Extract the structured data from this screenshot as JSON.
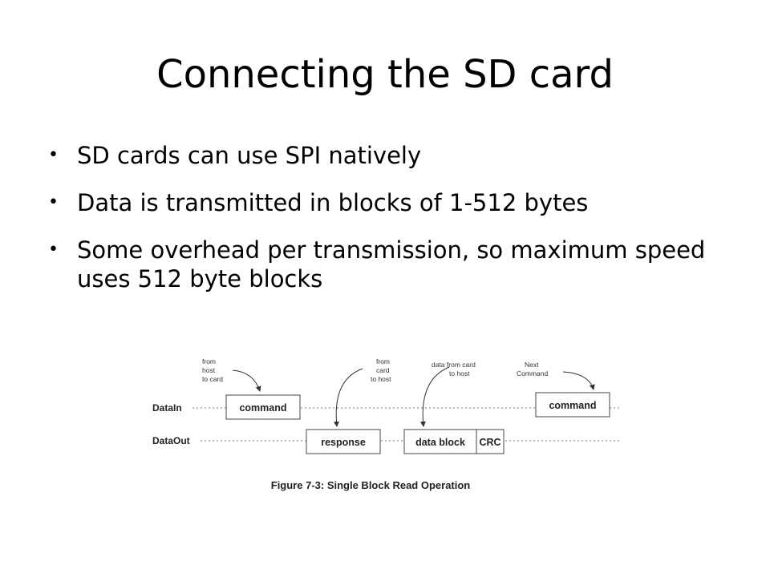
{
  "slide": {
    "title": "Connecting the SD card",
    "bullets": [
      "SD cards can use SPI natively",
      "Data is transmitted in blocks of 1-512 bytes",
      "Some overhead per transmission, so maximum speed uses 512 byte blocks"
    ]
  },
  "diagram": {
    "signal_in": "DataIn",
    "signal_out": "DataOut",
    "note_host_to_card": [
      "from",
      "host",
      "to card"
    ],
    "note_card_to_host": [
      "from",
      "card",
      "to host"
    ],
    "note_data_from_card": [
      "data from card",
      "to host"
    ],
    "note_next_command": [
      "Next",
      "Command"
    ],
    "box_command": "command",
    "box_response": "response",
    "box_data_block": "data block",
    "box_crc": "CRC",
    "box_next_command": "command",
    "caption": "Figure 7-3: Single Block Read Operation"
  }
}
